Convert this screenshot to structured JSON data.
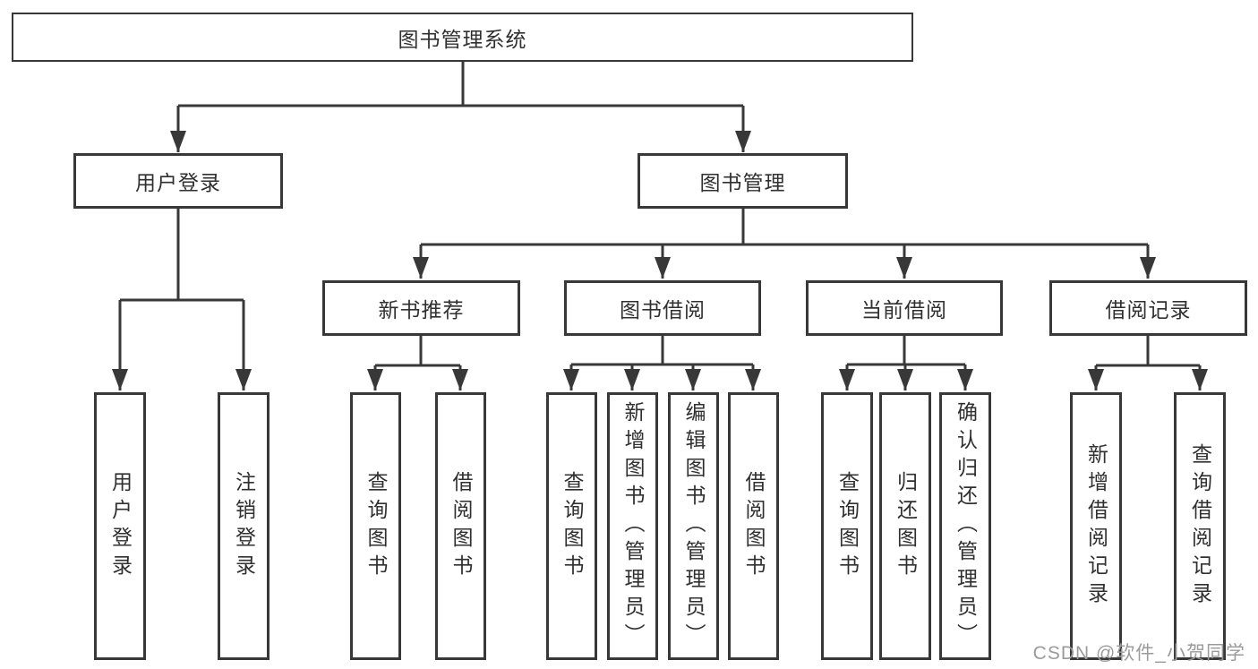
{
  "diagram": {
    "type": "hierarchy-tree",
    "root": {
      "label": "图书管理系统",
      "children": [
        {
          "label": "用户登录",
          "children": [
            {
              "label": "用户登录"
            },
            {
              "label": "注销登录"
            }
          ]
        },
        {
          "label": "图书管理",
          "children": [
            {
              "label": "新书推荐",
              "children": [
                {
                  "label": "查询图书"
                },
                {
                  "label": "借阅图书"
                }
              ]
            },
            {
              "label": "图书借阅",
              "children": [
                {
                  "label": "查询图书"
                },
                {
                  "label": "新增图书（管理员）"
                },
                {
                  "label": "编辑图书（管理员）"
                },
                {
                  "label": "借阅图书"
                }
              ]
            },
            {
              "label": "当前借阅",
              "children": [
                {
                  "label": "查询图书"
                },
                {
                  "label": "归还图书"
                },
                {
                  "label": "确认归还（管理员）"
                }
              ]
            },
            {
              "label": "借阅记录",
              "children": [
                {
                  "label": "新增借阅记录"
                },
                {
                  "label": "查询借阅记录"
                }
              ]
            }
          ]
        }
      ]
    }
  },
  "watermark": {
    "text": "CSDN @软件_小贺同学"
  },
  "colors": {
    "line": "#383838",
    "text": "#303030",
    "watermark": "#9b9b9b",
    "background": "#ffffff"
  }
}
